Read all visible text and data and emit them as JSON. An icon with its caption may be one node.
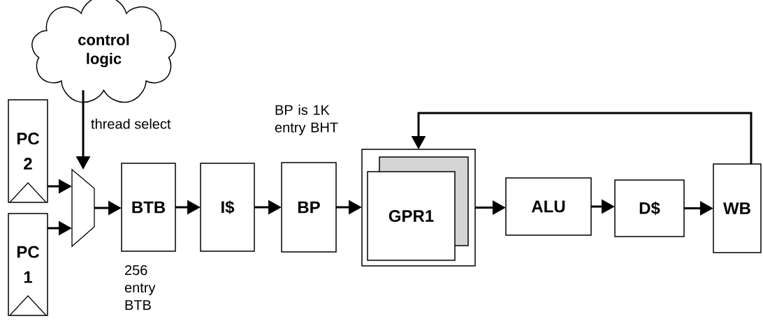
{
  "diagram": {
    "nodes": [
      {
        "text": [
          "control logic"
        ]
      },
      {
        "text": [
          "PC 2"
        ]
      },
      {
        "text": [
          "PC 1"
        ]
      },
      {
        "text": [],
        "shape": "trapezoid"
      },
      {
        "text": [
          "BTB"
        ],
        "beside": [
          "256 entry BTB"
        ]
      },
      {
        "text": [
          "I$"
        ]
      },
      {
        "text": [
          "BP"
        ],
        "beside": [
          "BP is 1K entry BHT"
        ]
      },
      {
        "text": [],
        "shape": "box"
      },
      {
        "text": [],
        "shape": "box",
        "in": 7
      },
      {
        "text": [
          "GPR1"
        ],
        "in": 7
      },
      {
        "text": [
          "ALU"
        ]
      },
      {
        "text": [
          "D$"
        ]
      },
      {
        "text": [
          "WB"
        ]
      }
    ],
    "edges": [
      {
        "from": 0,
        "to": 3,
        "arrow": "to",
        "label": "thread select"
      },
      {
        "from": 1,
        "to": 3,
        "arrow": "to"
      },
      {
        "from": 2,
        "to": 3,
        "arrow": "to"
      },
      {
        "from": 3,
        "to": 4,
        "arrow": "to"
      },
      {
        "from": 4,
        "to": 5,
        "arrow": "to"
      },
      {
        "from": 5,
        "to": 6,
        "arrow": "to"
      },
      {
        "from": 6,
        "to": 7,
        "arrow": "to"
      },
      {
        "from": 7,
        "to": 10,
        "arrow": "to"
      },
      {
        "from": 10,
        "to": 11,
        "arrow": "to"
      },
      {
        "from": 11,
        "to": 12,
        "arrow": "to"
      },
      {
        "from": 12,
        "to": 7,
        "arrow": "to"
      }
    ]
  }
}
